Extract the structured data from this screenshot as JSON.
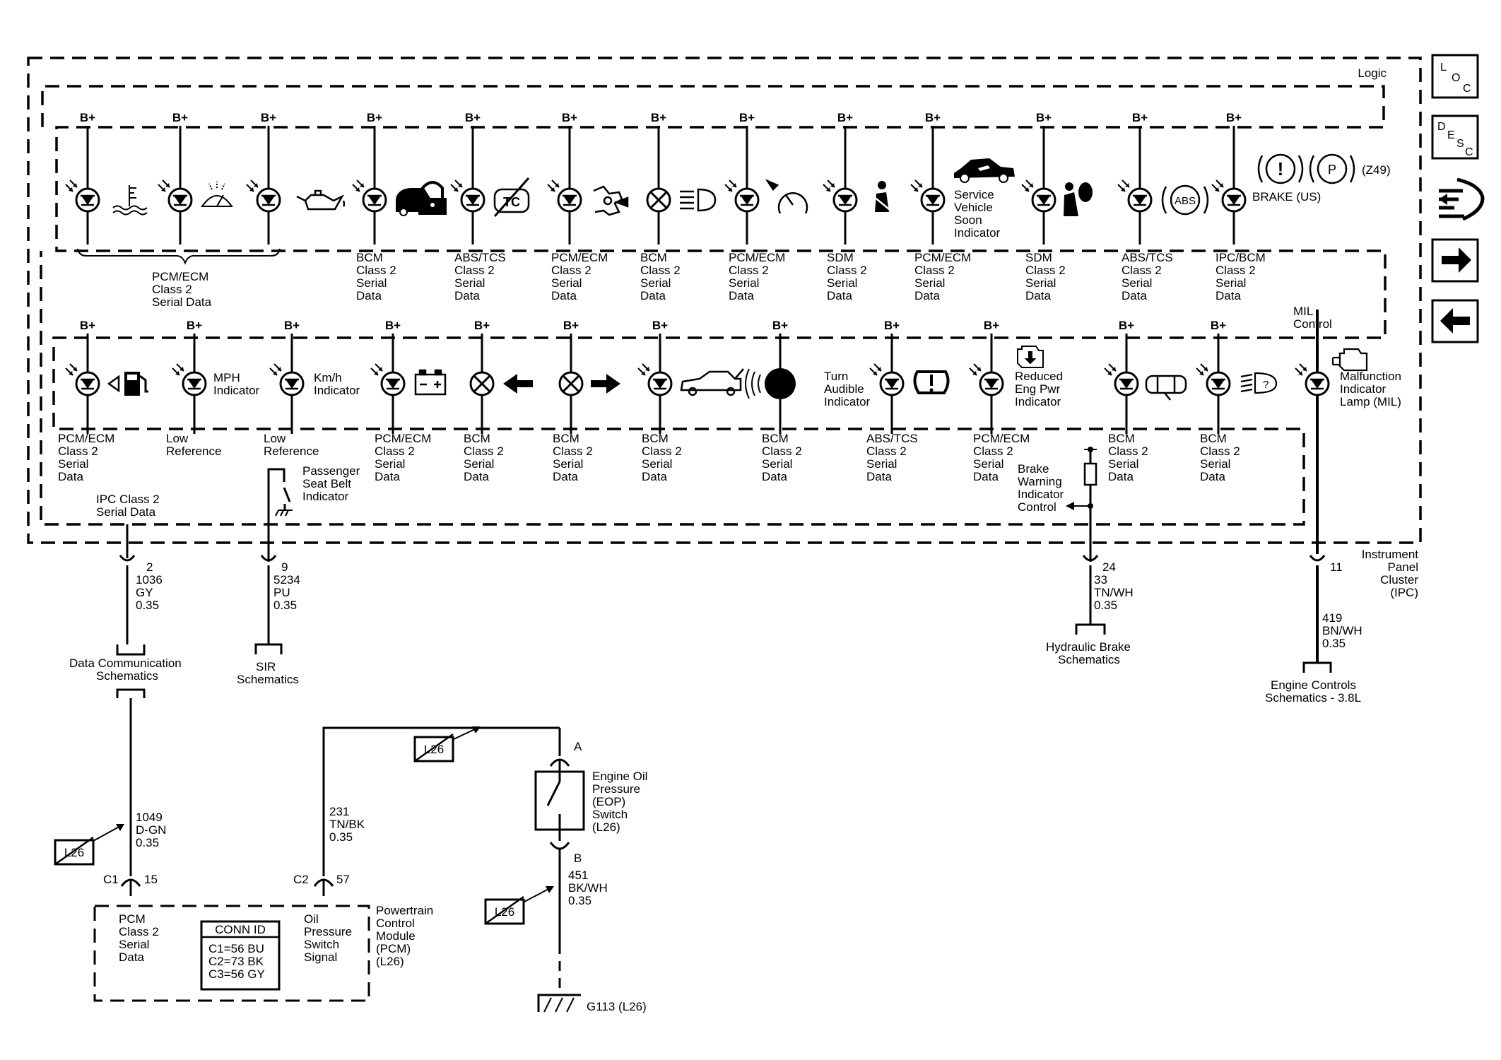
{
  "nav": {
    "loc": [
      "L",
      "O",
      "C"
    ],
    "desc": [
      "D",
      "E",
      "S",
      "C"
    ]
  },
  "frame": {
    "logic": "Logic",
    "ipc": [
      "Instrument",
      "Panel",
      "Cluster",
      "(IPC)"
    ]
  },
  "b_plus": "B+",
  "row1": {
    "pcm_group_label": [
      "PCM/ECM",
      "Class 2",
      "Serial Data"
    ],
    "labels": [
      [
        "BCM",
        "Class 2",
        "Serial",
        "Data"
      ],
      [
        "ABS/TCS",
        "Class 2",
        "Serial",
        "Data"
      ],
      [
        "PCM/ECM",
        "Class 2",
        "Serial",
        "Data"
      ],
      [
        "BCM",
        "Class 2",
        "Serial",
        "Data"
      ],
      [
        "PCM/ECM",
        "Class 2",
        "Serial",
        "Data"
      ],
      [
        "SDM",
        "Class 2",
        "Serial",
        "Data"
      ],
      [
        "PCM/ECM",
        "Class 2",
        "Serial",
        "Data"
      ],
      [
        "SDM",
        "Class 2",
        "Serial",
        "Data"
      ],
      [
        "ABS/TCS",
        "Class 2",
        "Serial",
        "Data"
      ],
      [
        "IPC/BCM",
        "Class 2",
        "Serial",
        "Data"
      ]
    ],
    "service_vehicle": [
      "Service",
      "Vehicle",
      "Soon",
      "Indicator"
    ],
    "abs_icon": "ABS",
    "brake_us": "BRAKE (US)",
    "z49": "(Z49)",
    "p_icon": "P",
    "excl_icon": "!"
  },
  "row2": {
    "mil_control": [
      "MIL",
      "Control"
    ],
    "mph": [
      "MPH",
      "Indicator"
    ],
    "kmh": [
      "Km/h",
      "Indicator"
    ],
    "turn_audible": [
      "Turn",
      "Audible",
      "Indicator"
    ],
    "reduced_power": [
      "Reduced",
      "Eng Pwr",
      "Indicator"
    ],
    "mil_lamp": [
      "Malfunction",
      "Indicator",
      "Lamp (MIL)"
    ],
    "labels": [
      [
        "PCM/ECM",
        "Class 2",
        "Serial",
        "Data"
      ],
      [
        "Low",
        "Reference"
      ],
      [
        "Low",
        "Reference"
      ],
      [
        "PCM/ECM",
        "Class 2",
        "Serial",
        "Data"
      ],
      [
        "BCM",
        "Class 2",
        "Serial",
        "Data"
      ],
      [
        "BCM",
        "Class 2",
        "Serial",
        "Data"
      ],
      [
        "BCM",
        "Class 2",
        "Serial",
        "Data"
      ],
      [
        "BCM",
        "Class 2",
        "Serial",
        "Data"
      ],
      [
        "ABS/TCS",
        "Class 2",
        "Serial",
        "Data"
      ],
      [
        "PCM/ECM",
        "Class 2",
        "Serial",
        "Data"
      ],
      [
        "BCM",
        "Class 2",
        "Serial",
        "Data"
      ],
      [
        "BCM",
        "Class 2",
        "Serial",
        "Data"
      ]
    ],
    "ipc_serial": [
      "IPC Class 2",
      "Serial Data"
    ],
    "seat_belt": [
      "Passenger",
      "Seat Belt",
      "Indicator"
    ],
    "brake_warning": [
      "Brake",
      "Warning",
      "Indicator",
      "Control"
    ]
  },
  "wires": {
    "w1": [
      "2",
      "1036",
      "GY",
      "0.35"
    ],
    "w2": [
      "9",
      "5234",
      "PU",
      "0.35"
    ],
    "w3": [
      "24",
      "33",
      "TN/WH",
      "0.35"
    ],
    "w4": [
      "11",
      "419",
      "BN/WH",
      "0.35"
    ],
    "w5": [
      "1049",
      "D-GN",
      "0.35"
    ],
    "w6": [
      "231",
      "TN/BK",
      "0.35"
    ],
    "w7": [
      "451",
      "BK/WH",
      "0.35"
    ]
  },
  "refs": {
    "data_comm": [
      "Data Communication",
      "Schematics"
    ],
    "sir": [
      "SIR",
      "Schematics"
    ],
    "hydraulic": [
      "Hydraulic Brake",
      "Schematics"
    ],
    "engine_controls": [
      "Engine Controls",
      "Schematics - 3.8L"
    ]
  },
  "option": "L26",
  "pcm": {
    "c1": "C1",
    "c1_pin": "15",
    "c2": "C2",
    "c2_pin": "57",
    "serial": [
      "PCM",
      "Class 2",
      "Serial",
      "Data"
    ],
    "oil": [
      "Oil",
      "Pressure",
      "Switch",
      "Signal"
    ],
    "title": [
      "Powertrain",
      "Control",
      "Module",
      "(PCM)",
      "(L26)"
    ],
    "conn_title": "CONN ID",
    "conn": [
      "C1=56 BU",
      "C2=73 BK",
      "C3=56 GY"
    ]
  },
  "eop": {
    "pin_a": "A",
    "pin_b": "B",
    "label": [
      "Engine Oil",
      "Pressure",
      "(EOP)",
      "Switch",
      "(L26)"
    ]
  },
  "ground": "G113 (L26)"
}
